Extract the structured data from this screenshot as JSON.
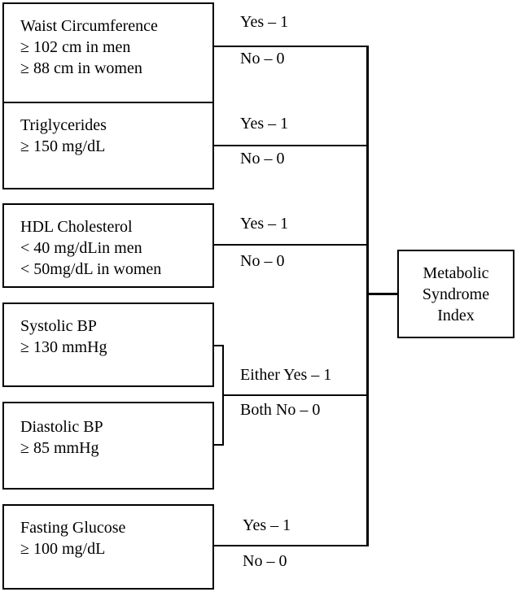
{
  "criteria": [
    {
      "lines": [
        "Waist Circumference",
        "≥ 102 cm in men",
        "≥ 88 cm in women"
      ],
      "yes": "Yes – 1",
      "no": "No – 0"
    },
    {
      "lines": [
        "Triglycerides",
        "≥ 150 mg/dL"
      ],
      "yes": "Yes – 1",
      "no": "No – 0"
    },
    {
      "lines": [
        "HDL Cholesterol",
        "< 40 mg/dLin men",
        "< 50mg/dL in women"
      ],
      "yes": "Yes – 1",
      "no": "No – 0"
    },
    {
      "lines": [
        "Systolic BP",
        "≥ 130 mmHg"
      ]
    },
    {
      "lines": [
        "Diastolic BP",
        "≥ 85 mmHg"
      ]
    },
    {
      "lines": [
        "Fasting Glucose",
        "≥ 100 mg/dL"
      ],
      "yes": "Yes – 1",
      "no": "No – 0"
    }
  ],
  "bp_combined": {
    "yes": "Either Yes – 1",
    "no": "Both No – 0"
  },
  "result": {
    "lines": [
      "Metabolic",
      "Syndrome",
      "Index"
    ]
  }
}
